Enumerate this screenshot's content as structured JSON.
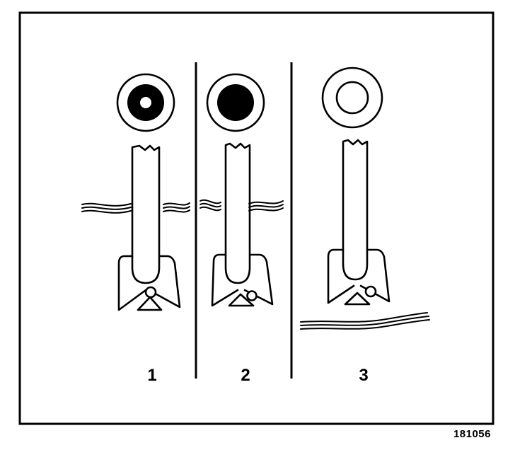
{
  "panels": [
    {
      "label": "1",
      "indicator": "ring-with-small-center",
      "level": "mid"
    },
    {
      "label": "2",
      "indicator": "solid-dot",
      "level": "mid"
    },
    {
      "label": "3",
      "indicator": "hollow-ring",
      "level": "low"
    }
  ],
  "reference_code": "181056",
  "colors": {
    "ink": "#000000",
    "paper": "#ffffff"
  }
}
